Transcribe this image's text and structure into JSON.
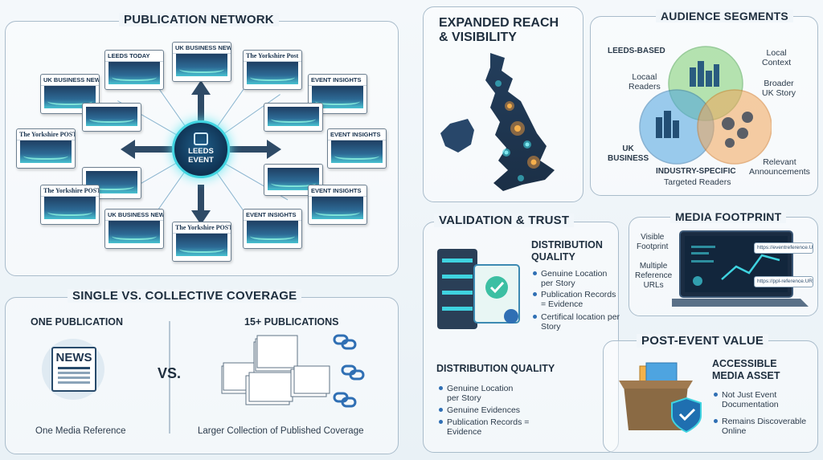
{
  "publication_network": {
    "title": "PUBLICATION NETWORK",
    "hub_label": "LEEDS EVENT",
    "papers": [
      "LEEDS TODAY",
      "UK BUSINESS NEWS",
      "The Yorkshire Post",
      "UK BUSINESS NEWS",
      "EVENT INSIGHTS",
      "The Yorkshire POST",
      "EVENT INSIGHTS",
      "The Yorkshire POST",
      "EVENT INSIGHTS",
      "UK BUSINESS NEWS",
      "The Yorkshire POST",
      "EVENT INSIGHTS"
    ]
  },
  "reach": {
    "title_line1": "EXPANDED REACH",
    "title_line2": "& VISIBILITY"
  },
  "audience": {
    "title": "AUDIENCE SEGMENTS",
    "leeds_based": "LEEDS-BASED",
    "local_context": "Local\nContext",
    "local_readers": "Locaal\nReaders",
    "broader": "Broader\nUK Story",
    "uk_business": "UK\nBUSINESS",
    "relevant": "Relevant\nAnnouncements",
    "industry": "INDUSTRY-SPECIFIC",
    "targeted": "Targeted Readers"
  },
  "coverage": {
    "title": "SINGLE VS. COLLECTIVE COVERAGE",
    "one_pub": "ONE PUBLICATION",
    "many_pub": "15+ PUBLICATIONS",
    "news_label": "NEWS",
    "vs": "VS.",
    "one_caption": "One Media Reference",
    "many_caption": "Larger Collection of Published Coverage"
  },
  "validation": {
    "title": "VALIDATION & TRUST",
    "dq_title_line1": "DISTRIBUTION",
    "dq_title_line2": "QUALITY",
    "bullets": [
      "Genuine Location per Story",
      "Publication Records = Evidence",
      "Certifical location per Story"
    ],
    "dq2_title": "DISTRIBUTION QUALITY",
    "bullets2": [
      "Genuine Location per Story",
      "Genuine Evidences",
      "Publication Records = Evidence"
    ]
  },
  "footprint": {
    "title": "MEDIA FOOTPRINT",
    "visible": "Visible\nFootprint",
    "multiple": "Multiple\nReference\nURLs",
    "url1": "https://eventreference.URL...",
    "url2": "https://ppl-reference.URLs"
  },
  "post_event": {
    "title": "POST-EVENT VALUE",
    "asset_line1": "ACCESSIBLE",
    "asset_line2": "MEDIA ASSET",
    "bullets": [
      "Not Just Event Documentation",
      "Remains Discoverable Online"
    ]
  },
  "colors": {
    "accent_teal": "#3fd3e0",
    "navy": "#1e2e3e",
    "orange": "#f29a3a",
    "green_circle": "#7dcf72",
    "blue_circle": "#4ea4e0"
  }
}
